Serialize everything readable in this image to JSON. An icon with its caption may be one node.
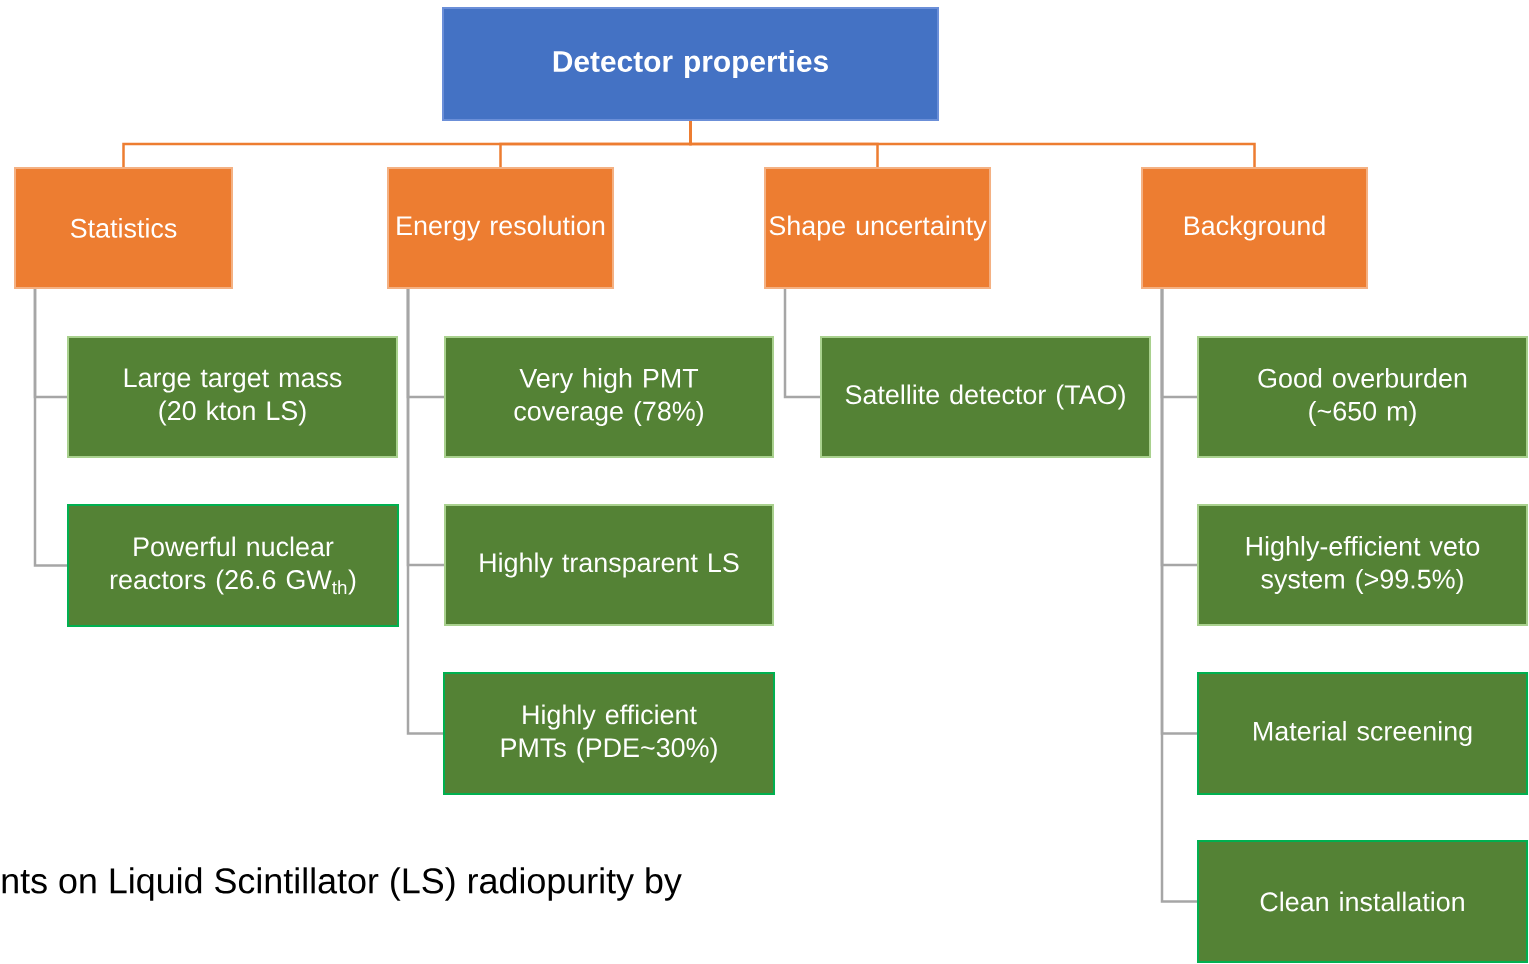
{
  "diagram": {
    "nodes": [
      {
        "text": [
          "Detector properties"
        ]
      },
      {
        "text": [
          "Statistics"
        ]
      },
      {
        "text": [
          "Energy resolution"
        ]
      },
      {
        "text": [
          "Shape uncertainty"
        ]
      },
      {
        "text": [
          "Background"
        ]
      },
      {
        "text": [
          "Large target mass (20 kton LS)"
        ]
      },
      {
        "text": [
          "Powerful nuclear reactors (26.6 GW$_{th}$)"
        ]
      },
      {
        "text": [
          "Very high PMT coverage (78%)"
        ]
      },
      {
        "text": [
          "Highly transparent LS"
        ]
      },
      {
        "text": [
          "Highly efficient PMTs (PDE~30%)"
        ]
      },
      {
        "text": [
          "Satellite detector (TAO)"
        ]
      },
      {
        "text": [
          "Good overburden (~650 m)"
        ]
      },
      {
        "text": [
          "Highly-efficient veto system (>99.5%)"
        ]
      },
      {
        "text": [
          "Material screening"
        ]
      },
      {
        "text": [
          "Clean installation"
        ]
      }
    ],
    "edges": [
      {
        "from": 0,
        "to": 1,
        "arrow": "none",
        "color": "#ed7d31"
      },
      {
        "from": 0,
        "to": 2,
        "arrow": "none",
        "color": "#ed7d31"
      },
      {
        "from": 0,
        "to": 3,
        "arrow": "none",
        "color": "#ed7d31"
      },
      {
        "from": 0,
        "to": 4,
        "arrow": "none",
        "color": "#ed7d31"
      },
      {
        "from": 1,
        "to": 5,
        "arrow": "none"
      },
      {
        "from": 1,
        "to": 6,
        "arrow": "none"
      },
      {
        "from": 2,
        "to": 7,
        "arrow": "none"
      },
      {
        "from": 2,
        "to": 8,
        "arrow": "none"
      },
      {
        "from": 2,
        "to": 9,
        "arrow": "none"
      },
      {
        "from": 3,
        "to": 10,
        "arrow": "none"
      },
      {
        "from": 4,
        "to": 11,
        "arrow": "none"
      },
      {
        "from": 4,
        "to": 12,
        "arrow": "none"
      },
      {
        "from": 4,
        "to": 13,
        "arrow": "none"
      },
      {
        "from": 4,
        "to": 14,
        "arrow": "none"
      }
    ],
    "labels": [
      "nts on Liquid Scintillator (LS) radiopurity by"
    ]
  }
}
